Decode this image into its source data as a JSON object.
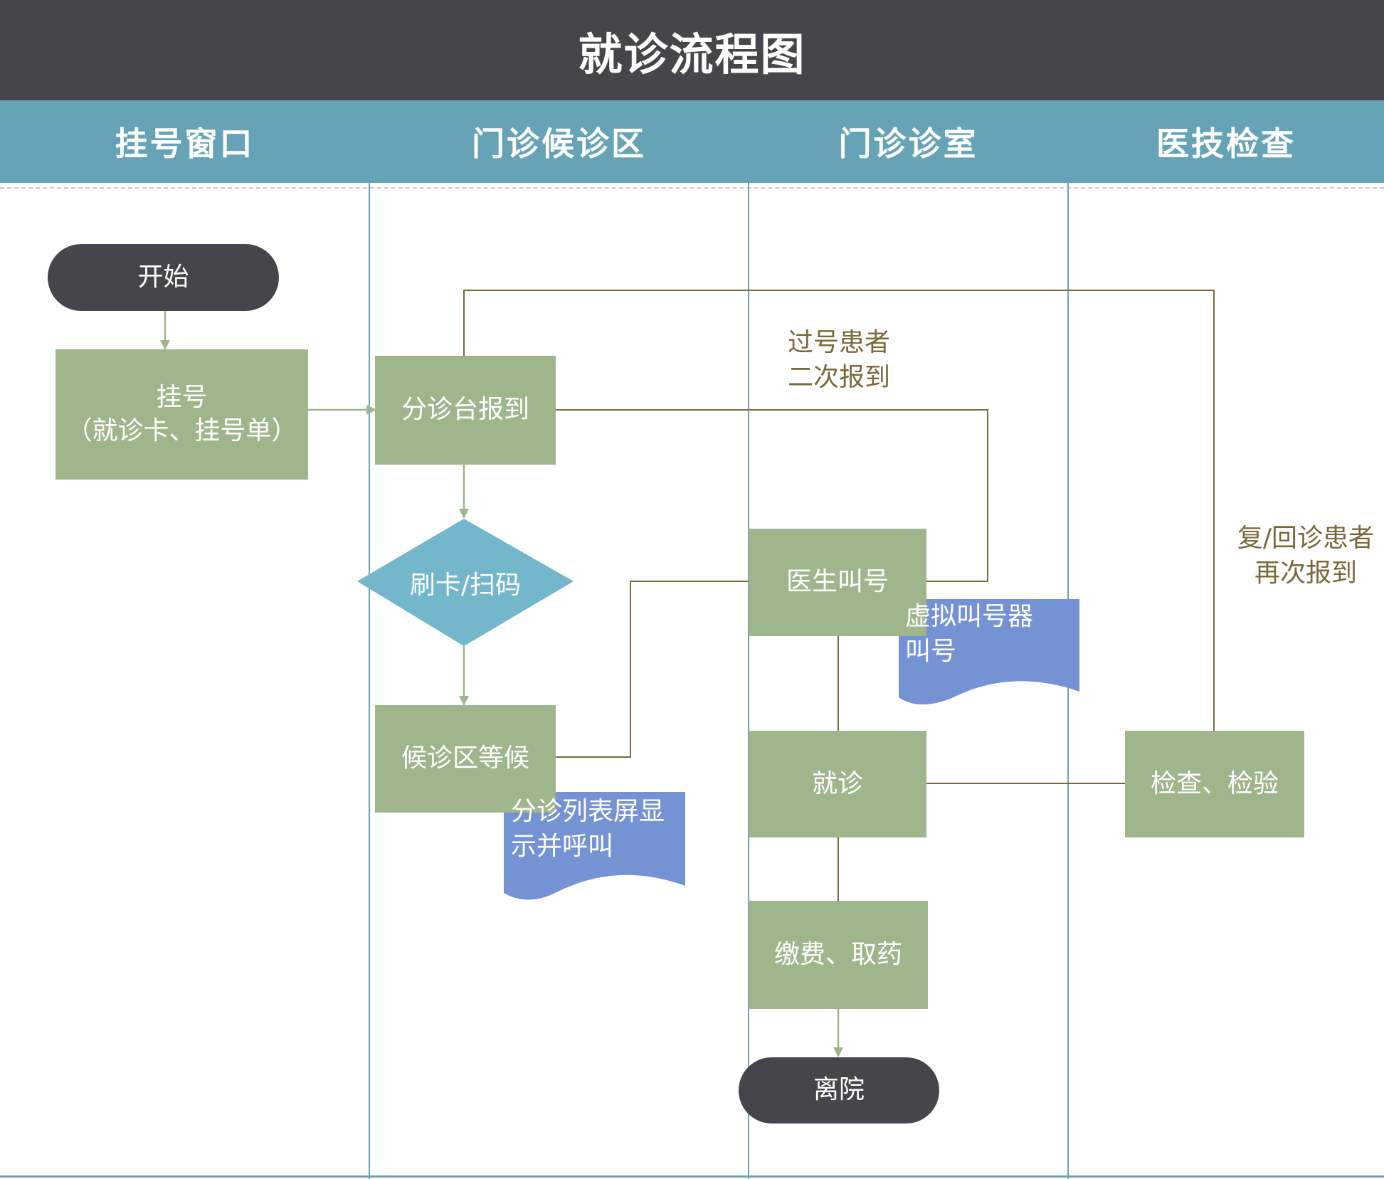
{
  "title": "就诊流程图",
  "lanes": [
    "挂号窗口",
    "门诊候诊区",
    "门诊诊室",
    "医技检查"
  ],
  "nodes": {
    "start": "开始",
    "register_line1": "挂号",
    "register_line2": "（就诊卡、挂号单）",
    "triage_checkin": "分诊台报到",
    "swipe_scan": "刷卡/扫码",
    "waiting_area": "候诊区等候",
    "doctor_call": "医生叫号",
    "consultation": "就诊",
    "exam_test": "检查、检验",
    "pay_medicine": "缴费、取药",
    "leave": "离院"
  },
  "documents": {
    "triage_screen_line1": "分诊列表屏显",
    "triage_screen_line2": "示并呼叫",
    "virtual_caller_line1": "虚拟叫号器",
    "virtual_caller_line2": "叫号"
  },
  "notes": {
    "missed_line1": "过号患者",
    "missed_line2": "二次报到",
    "return_line1": "复/回诊患者",
    "return_line2": "再次报到"
  },
  "colors": {
    "title_bar": "#47454c",
    "lane_header": "#66a3b6",
    "process": "#9fb68c",
    "decision": "#74b6cc",
    "document": "#7492d4",
    "connector": "#7a6a3a",
    "arrow": "#9fb68c"
  }
}
